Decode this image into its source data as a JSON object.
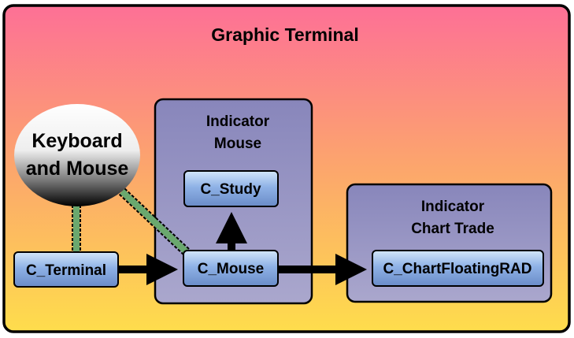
{
  "title": "Graphic Terminal",
  "input_device": {
    "line1": "Keyboard",
    "line2": "and Mouse"
  },
  "groups": {
    "indicator_mouse": {
      "line1": "Indicator",
      "line2": "Mouse"
    },
    "indicator_chart_trade": {
      "line1": "Indicator",
      "line2": "Chart Trade"
    }
  },
  "nodes": {
    "terminal": "C_Terminal",
    "mouse": "C_Mouse",
    "study": "C_Study",
    "chart_floating": "C_ChartFloatingRAD"
  },
  "colors": {
    "background_top": "#fd7595",
    "background_bottom": "#fedd4f",
    "group_fill": "#9290c2",
    "node_fill": "#7fa2d8",
    "link_green": "#6aa86e"
  }
}
